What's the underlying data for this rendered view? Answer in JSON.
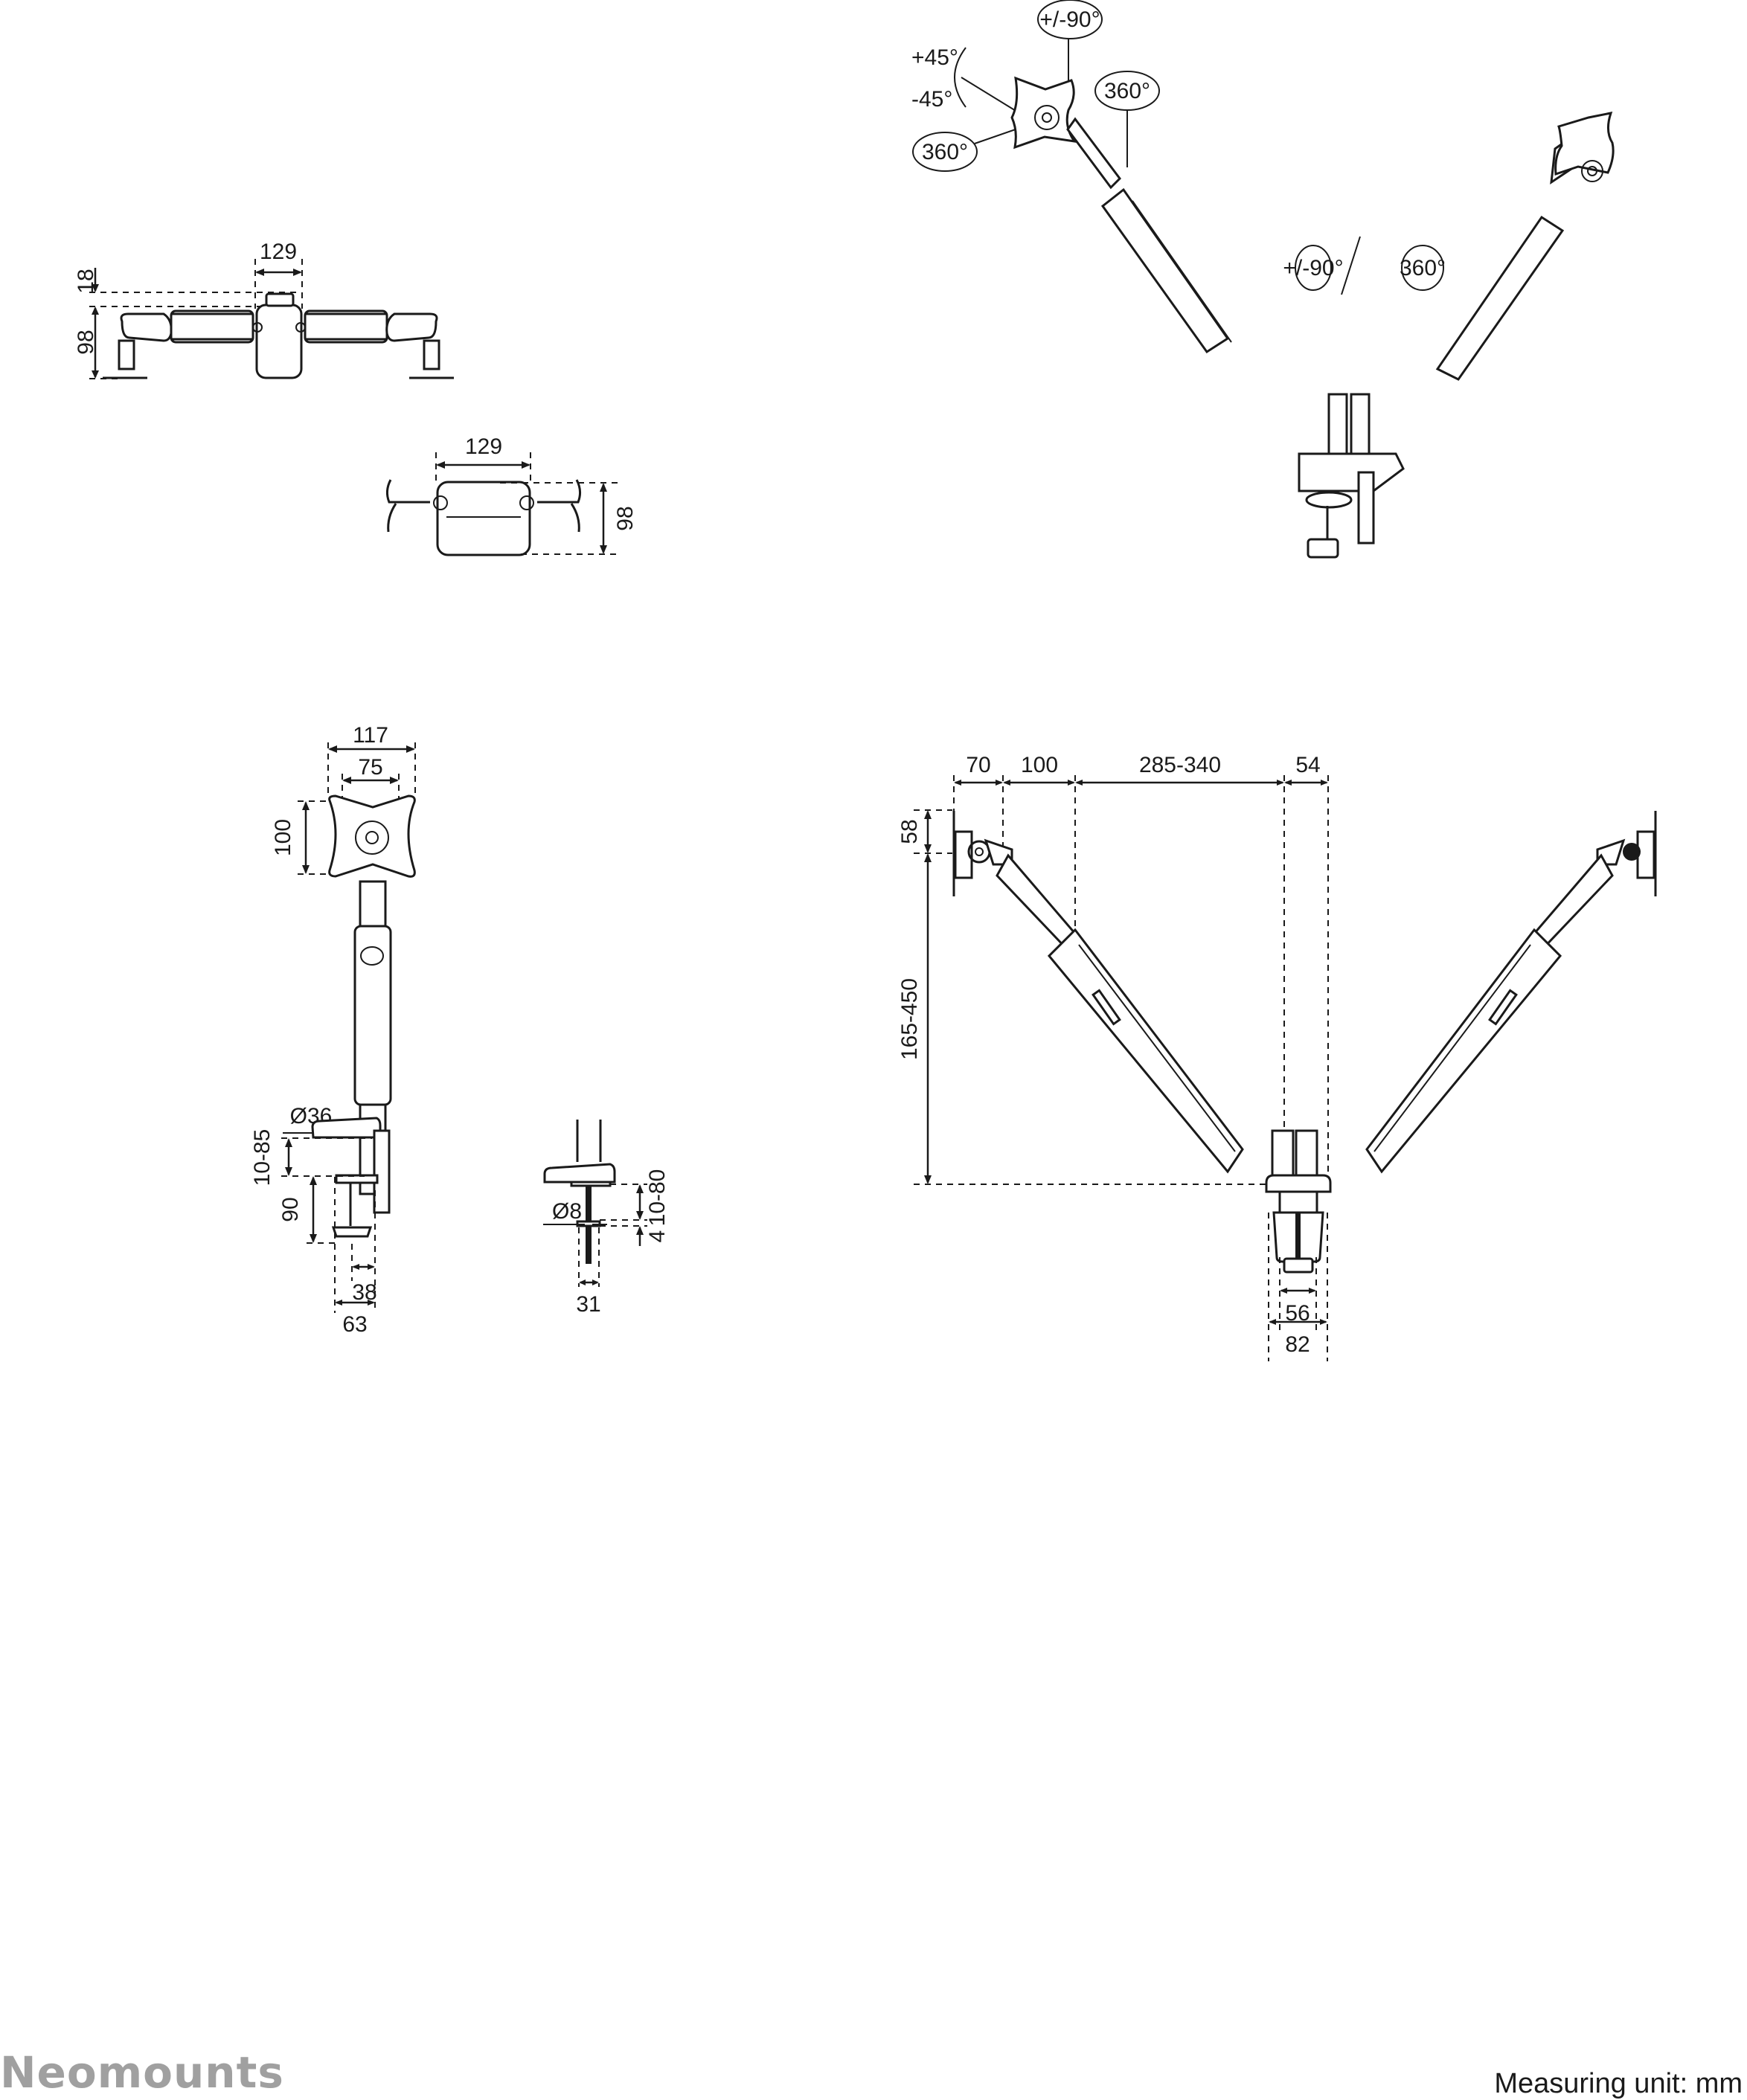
{
  "top_view": {
    "width_label": "129",
    "height_top_label": "18",
    "height_main_label": "98"
  },
  "top_view_detail": {
    "width_label": "129",
    "height_label": "98"
  },
  "perspective_view": {
    "tilt_up_label": "+45°",
    "tilt_down_label": "-45°",
    "rotation_label": "360°",
    "pivot_label": "+/-90°",
    "arm_swivel_label": "360°",
    "arm_joint_pivot_label": "+/-90°",
    "arm_joint_swivel_label": "360°"
  },
  "side_view": {
    "plate_width_label": "117",
    "vesa_width_label": "75",
    "vesa_height_label": "100",
    "pole_diameter_label": "Ø36",
    "desk_thickness_label": "10-85",
    "clamp_depth_label": "90",
    "clamp_offset_label": "38",
    "clamp_width_label": "63"
  },
  "grommet_view": {
    "bolt_diameter_label": "Ø8",
    "desk_thickness_label": "10-80",
    "plate_thickness_label": "4",
    "plate_width_label": "31"
  },
  "front_view": {
    "seg1_label": "70",
    "seg2_label": "100",
    "seg3_label": "285-340",
    "seg4_label": "54",
    "top_offset_label": "58",
    "height_range_label": "165-450",
    "clamp_inner_label": "56",
    "clamp_outer_label": "82"
  },
  "footer": {
    "brand": "Neomounts",
    "measuring_unit": "Measuring unit: mm"
  }
}
